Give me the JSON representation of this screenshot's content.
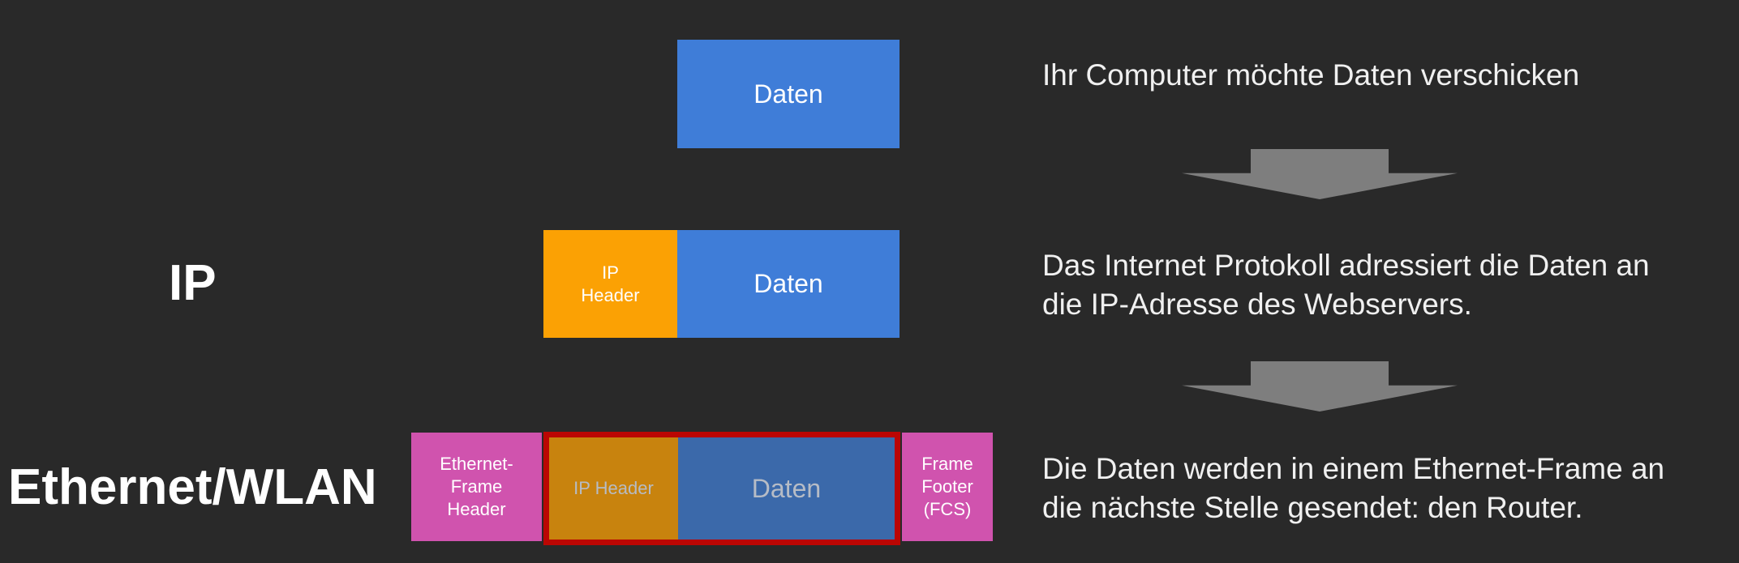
{
  "page": {
    "background": "#292929"
  },
  "colors": {
    "data_blue": "#3f7dd8",
    "ip_orange": "#fba104",
    "dimmed_orange": "#c8830e",
    "dimmed_blue": "#3b69aa",
    "frame_pink": "#d053ae",
    "highlight_red": "#bb0603",
    "arrow_gray": "#7e7e7e",
    "caption_text": "#f0f0f0",
    "dimmed_box_text": "#b6bcc6"
  },
  "icons": {
    "flow_arrow": "arrow-down"
  },
  "row_data": {
    "daten_label": "Daten",
    "caption": "Ihr Computer möchte Daten verschicken"
  },
  "row_ip": {
    "layer_label": "IP",
    "ip_header_label": "IP\nHeader",
    "daten_label": "Daten",
    "caption": "Das Internet Protokoll adressiert die Daten an\ndie IP-Adresse des Webservers."
  },
  "row_ethernet": {
    "layer_label": "Ethernet/WLAN",
    "frame_header_label": "Ethernet-\nFrame\nHeader",
    "ip_header_label": "IP\nHeader",
    "daten_label": "Daten",
    "frame_footer_label": "Frame\nFooter\n(FCS)",
    "caption": "Die Daten werden in einem Ethernet-Frame an\ndie nächste Stelle gesendet: den Router."
  }
}
